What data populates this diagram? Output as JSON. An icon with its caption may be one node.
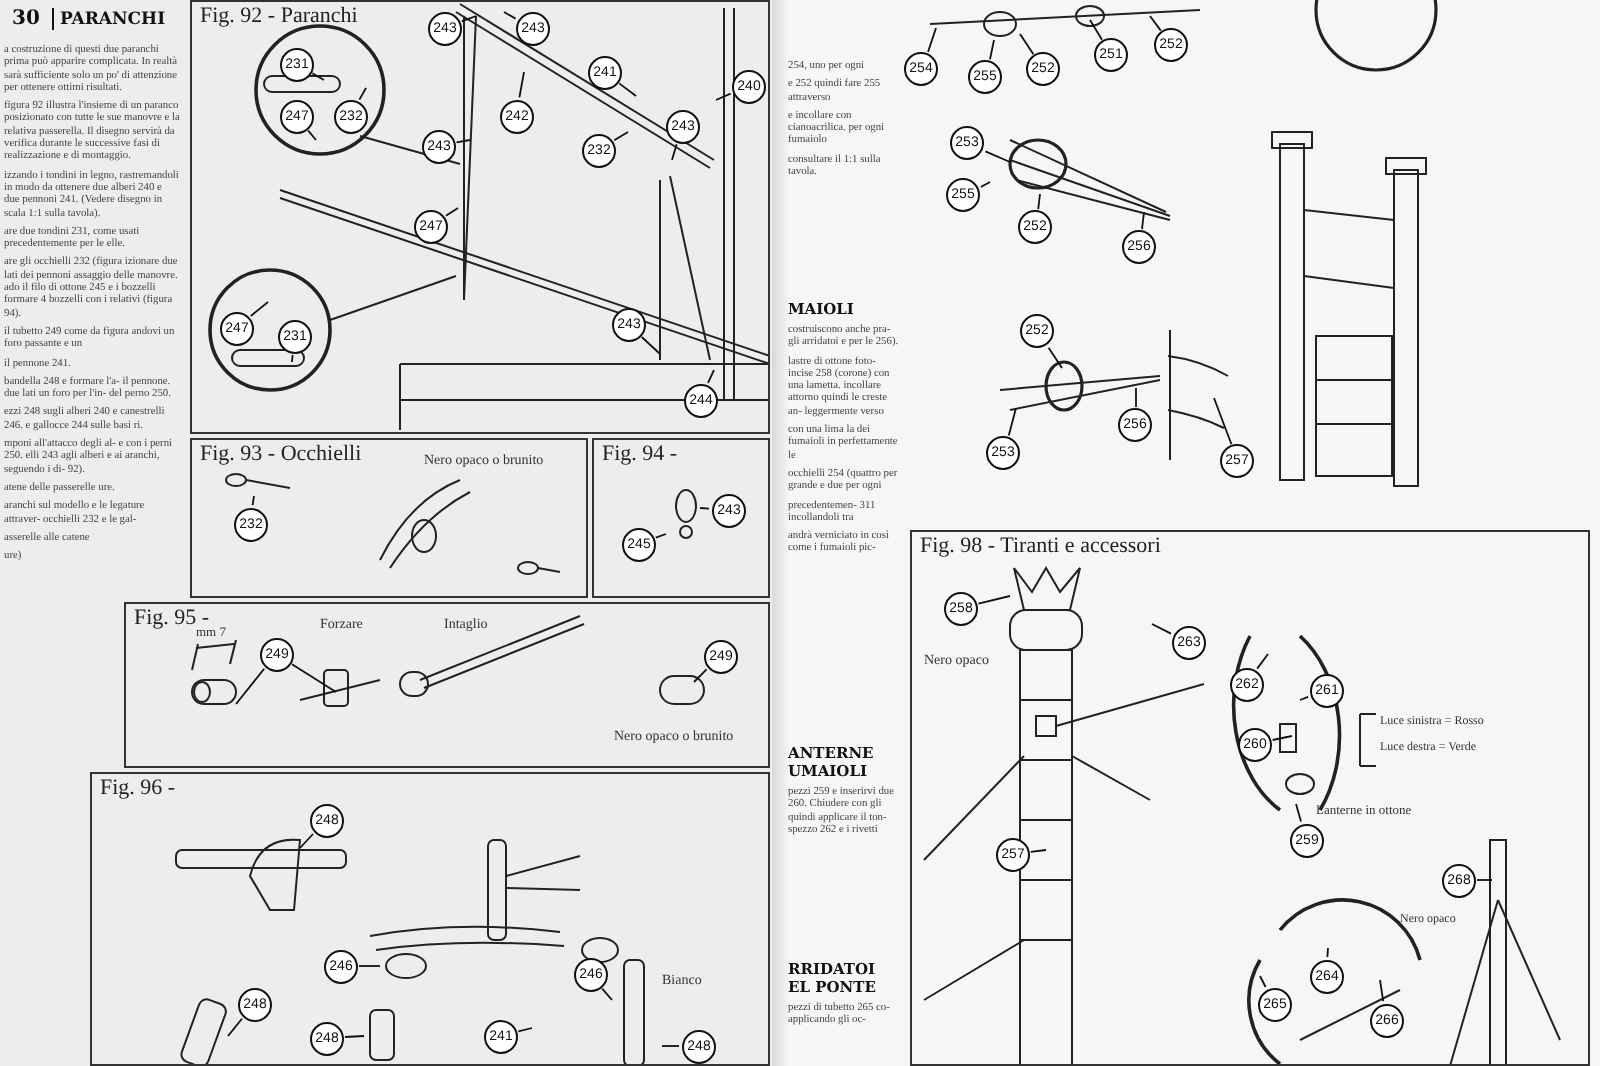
{
  "diagram": {
    "nodes": [
      {
        "text": [
          "Fig. 92 - Paranchi"
        ]
      },
      {
        "text": [
          "231"
        ],
        "in": 0
      },
      {
        "text": [
          "247"
        ],
        "in": 0
      },
      {
        "text": [
          "232"
        ],
        "in": 0
      },
      {
        "text": [
          "243"
        ],
        "in": 0
      },
      {
        "text": [
          "243"
        ],
        "in": 0
      },
      {
        "text": [
          "242"
        ],
        "in": 0
      },
      {
        "text": [
          "241"
        ],
        "in": 0
      },
      {
        "text": [
          "240"
        ],
        "in": 0
      },
      {
        "text": [
          "232"
        ],
        "in": 0
      },
      {
        "text": [
          "243"
        ],
        "in": 0
      },
      {
        "text": [
          "243"
        ],
        "in": 0
      },
      {
        "text": [
          "247"
        ],
        "in": 0
      },
      {
        "text": [
          "243"
        ],
        "in": 0
      },
      {
        "text": [
          "247"
        ],
        "in": 0
      },
      {
        "text": [
          "231"
        ],
        "in": 0
      },
      {
        "text": [
          "244"
        ],
        "in": 0
      },
      {
        "text": [
          "Fig. 93 - Occhielli"
        ]
      },
      {
        "text": [
          "232"
        ],
        "in": 17
      },
      {
        "text": [
          "Fig. 94 -"
        ]
      },
      {
        "text": [
          "243"
        ],
        "in": 19
      },
      {
        "text": [
          "245"
        ],
        "in": 19
      },
      {
        "text": [
          "Fig. 95 -"
        ]
      },
      {
        "text": [
          "249"
        ],
        "in": 22
      },
      {
        "text": [
          "249"
        ],
        "in": 22
      },
      {
        "text": [
          "Fig. 96 -"
        ]
      },
      {
        "text": [
          "248"
        ],
        "in": 25
      },
      {
        "text": [
          "246"
        ],
        "in": 25
      },
      {
        "text": [
          "248"
        ],
        "in": 25
      },
      {
        "text": [
          "248"
        ],
        "in": 25
      },
      {
        "text": [
          "241"
        ],
        "in": 25
      },
      {
        "text": [
          "246"
        ],
        "in": 25
      },
      {
        "text": [
          "248"
        ],
        "in": 25
      },
      {
        "text": [
          "254"
        ]
      },
      {
        "text": [
          "255"
        ]
      },
      {
        "text": [
          "252"
        ]
      },
      {
        "text": [
          "251"
        ]
      },
      {
        "text": [
          "252"
        ]
      },
      {
        "text": [
          "253"
        ]
      },
      {
        "text": [
          "255"
        ]
      },
      {
        "text": [
          "252"
        ]
      },
      {
        "text": [
          "256"
        ]
      },
      {
        "text": [
          "252"
        ]
      },
      {
        "text": [
          "253"
        ]
      },
      {
        "text": [
          "256"
        ]
      },
      {
        "text": [
          "257"
        ]
      },
      {
        "text": [
          "Fig. 98 - Tiranti e accessori"
        ]
      },
      {
        "text": [
          "258"
        ],
        "in": 46
      },
      {
        "text": [
          "257"
        ],
        "in": 46
      },
      {
        "text": [
          "263"
        ],
        "in": 46
      },
      {
        "text": [
          "262"
        ],
        "in": 46
      },
      {
        "text": [
          "261"
        ],
        "in": 46
      },
      {
        "text": [
          "260"
        ],
        "in": 46
      },
      {
        "text": [
          "259"
        ],
        "in": 46
      },
      {
        "text": [
          "268"
        ],
        "in": 46
      },
      {
        "text": [
          "265"
        ],
        "in": 46
      },
      {
        "text": [
          "264"
        ],
        "in": 46
      },
      {
        "text": [
          "266"
        ],
        "in": 46
      }
    ],
    "edges": [
      {
        "from": 1,
        "to": null,
        "arrow": "none"
      },
      {
        "from": 2,
        "to": null,
        "arrow": "none"
      },
      {
        "from": 3,
        "to": null,
        "arrow": "none"
      },
      {
        "from": 4,
        "to": null,
        "arrow": "none"
      },
      {
        "from": 5,
        "to": null,
        "arrow": "none"
      },
      {
        "from": 6,
        "to": null,
        "arrow": "none"
      },
      {
        "from": 7,
        "to": null,
        "arrow": "none"
      },
      {
        "from": 8,
        "to": null,
        "arrow": "none"
      },
      {
        "from": 9,
        "to": null,
        "arrow": "none"
      },
      {
        "from": 10,
        "to": null,
        "arrow": "none"
      },
      {
        "from": 11,
        "to": null,
        "arrow": "none"
      },
      {
        "from": 12,
        "to": null,
        "arrow": "none"
      },
      {
        "from": 13,
        "to": null,
        "arrow": "none"
      },
      {
        "from": 14,
        "to": null,
        "arrow": "none"
      },
      {
        "from": 15,
        "to": null,
        "arrow": "none"
      },
      {
        "from": 16,
        "to": null,
        "arrow": "none"
      },
      {
        "from": 18,
        "to": null,
        "arrow": "none"
      },
      {
        "from": 20,
        "to": null,
        "arrow": "none"
      },
      {
        "from": 21,
        "to": null,
        "arrow": "none"
      },
      {
        "from": 23,
        "to": null,
        "arrow": "none"
      },
      {
        "from": 23,
        "to": null,
        "arrow": "none"
      },
      {
        "from": 24,
        "to": null,
        "arrow": "none"
      },
      {
        "from": 26,
        "to": null,
        "arrow": "none"
      },
      {
        "from": 27,
        "to": null,
        "arrow": "none"
      },
      {
        "from": 28,
        "to": null,
        "arrow": "none"
      },
      {
        "from": 29,
        "to": null,
        "arrow": "none"
      },
      {
        "from": 30,
        "to": null,
        "arrow": "none"
      },
      {
        "from": 31,
        "to": null,
        "arrow": "none"
      },
      {
        "from": 32,
        "to": null,
        "arrow": "none"
      },
      {
        "from": 33,
        "to": null,
        "arrow": "none"
      },
      {
        "from": 34,
        "to": null,
        "arrow": "none"
      },
      {
        "from": 35,
        "to": null,
        "arrow": "none"
      },
      {
        "from": 36,
        "to": null,
        "arrow": "none"
      },
      {
        "from": 37,
        "to": null,
        "arrow": "none"
      },
      {
        "from": 38,
        "to": null,
        "arrow": "none"
      },
      {
        "from": 39,
        "to": null,
        "arrow": "none"
      },
      {
        "from": 40,
        "to": null,
        "arrow": "none"
      },
      {
        "from": 41,
        "to": null,
        "arrow": "none"
      },
      {
        "from": 42,
        "to": null,
        "arrow": "none"
      },
      {
        "from": 43,
        "to": null,
        "arrow": "none"
      },
      {
        "from": 44,
        "to": null,
        "arrow": "none"
      },
      {
        "from": 45,
        "to": null,
        "arrow": "none"
      },
      {
        "from": 47,
        "to": null,
        "arrow": "none"
      },
      {
        "from": 48,
        "to": null,
        "arrow": "none"
      },
      {
        "from": 49,
        "to": null,
        "arrow": "none"
      },
      {
        "from": 50,
        "to": null,
        "arrow": "none"
      },
      {
        "from": 51,
        "to": null,
        "arrow": "none"
      },
      {
        "from": 52,
        "to": null,
        "arrow": "none"
      },
      {
        "from": 53,
        "to": null,
        "arrow": "none"
      },
      {
        "from": 54,
        "to": null,
        "arrow": "none"
      },
      {
        "from": 55,
        "to": null,
        "arrow": "none"
      },
      {
        "from": 56,
        "to": null,
        "arrow": "none"
      },
      {
        "from": 57,
        "to": null,
        "arrow": "none"
      }
    ],
    "labels": [
      "30",
      "PARANCHI",
      "a costruzione di questi due paranchi prima può apparire complicata. In realtà sarà sufficiente solo un po' di attenzione per ottenere ottimi risultati.",
      "figura 92 illustra l'insieme di un paranco posizionato con tutte le sue manovre e la relativa passerella. Il disegno servirà da verifica durante le successive fasi di realizzazione e di montaggio.",
      "izzando i tondini in legno, rastremandoli in modo da ottenere due alberi 240 e due pennoni 241. (Vedere disegno in scala 1:1 sulla tavola).",
      "are due tondini 231, come usati precedentemente per le elle.",
      "are gli occhielli 232 (figura izionare due lati dei pennoni assaggio delle manovre. ado il filo di ottone 245 e i bozzelli formare 4 bozzelli con i relativi (figura 94).",
      "il tubetto 249 come da figura andovi un foro passante e un",
      "il pennone 241.",
      "bandella 248 e formare l'a- il pennone. due lati un foro per l'in- del perno 250.",
      "ezzi 248 sugli alberi 240 e canestrelli 246. e gallocce 244 sulle basi ri.",
      "mponi all'attacco degli al- e con i perni 250. elli 243 agli alberi e ai aranchi, seguendo i di- 92).",
      "atene delle passerelle ure.",
      "aranchi sul modello e le legature attraver- occhielli 232 e le gal-",
      "asserelle alle catene",
      "ure)",
      "Nero opaco o brunito",
      "mm 7",
      "Forzare",
      "Intaglio",
      "Nero opaco o brunito",
      "Bianco",
      "254, uno per ogni",
      "e 252 quindi fare 255 attraverso",
      "e incollare con cianoacrilica. per ogni fumaiolo",
      "consultare il 1:1 sulla tavola.",
      "MAIOLI",
      "costruiscono anche pra- gli arridatoi e per le 256).",
      "lastre di ottone foto-incise 258 (corone) con una lametta. incollare attorno quindi le creste an- leggermente verso",
      "con una lima la dei fumaioli in perfettamente le",
      "occhielli 254 (quattro per grande e due per ogni",
      "precedentemen- 311 incollandoli tra",
      "andrà verniciato in così come i fumaioli pic-",
      "ANTERNE UMAIOLI",
      "pezzi 259 e inserirvi due 260. Chiudere con gli quindi applicare il ton- spezzo 262 e i rivetti",
      "RRIDATOI EL PONTE",
      "pezzi di tubetto 265 co- applicando gli oc-",
      "Nero opaco",
      "Luce sinistra = Rosso",
      "Luce destra = Verde",
      "Lanterne in ottone",
      "Nero opaco"
    ]
  }
}
